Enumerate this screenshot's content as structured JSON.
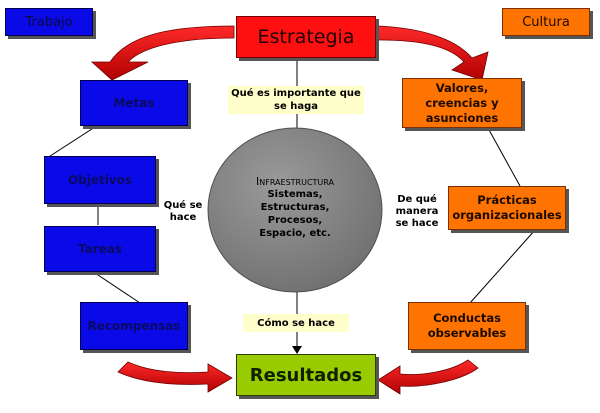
{
  "headers": {
    "left": "Trabajo",
    "right": "Cultura"
  },
  "top": {
    "strategy": "Estrategia",
    "note": "Qué es importante que se haga"
  },
  "left_column": [
    "Metas",
    "Objetivos",
    "Tareas",
    "Recompensas"
  ],
  "right_column": [
    "Valores, creencias y asunciones",
    "Prácticas organizacionales",
    "Conductas observables"
  ],
  "center": {
    "title": "Infraestructura",
    "items": [
      "Sistemas,",
      "Estructuras,",
      "Procesos,",
      "Espacio, etc."
    ]
  },
  "side_labels": {
    "left": "Qué se hace",
    "right": "De qué manera se hace"
  },
  "bottom": {
    "note": "Cómo se hace",
    "results": "Resultados"
  },
  "colors": {
    "blue": "#0a0ae8",
    "orange": "#ff7300",
    "red": "#ff1010",
    "green": "#99cc00",
    "note": "#ffffcc",
    "circle": "#808080"
  }
}
